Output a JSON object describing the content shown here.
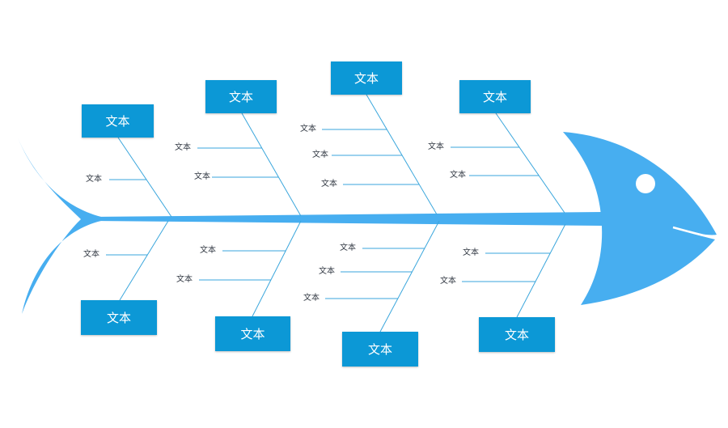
{
  "colors": {
    "fish": "#47aef0",
    "box": "#0c98d6",
    "line": "#3aa6dc",
    "box_text": "#ffffff",
    "label_text": "#333a44"
  },
  "categories": [
    {
      "id": "top-1",
      "label": "文本"
    },
    {
      "id": "top-2",
      "label": "文本"
    },
    {
      "id": "top-3",
      "label": "文本"
    },
    {
      "id": "top-4",
      "label": "文本"
    },
    {
      "id": "bottom-1",
      "label": "文本"
    },
    {
      "id": "bottom-2",
      "label": "文本"
    },
    {
      "id": "bottom-3",
      "label": "文本"
    },
    {
      "id": "bottom-4",
      "label": "文本"
    }
  ],
  "causes": {
    "top-1": [
      "文本"
    ],
    "top-2": [
      "文本",
      "文本"
    ],
    "top-3": [
      "文本",
      "文本",
      "文本"
    ],
    "top-4": [
      "文本",
      "文本"
    ],
    "bottom-1": [
      "文本"
    ],
    "bottom-2": [
      "文本",
      "文本"
    ],
    "bottom-3": [
      "文本",
      "文本",
      "文本"
    ],
    "bottom-4": [
      "文本",
      "文本"
    ]
  }
}
